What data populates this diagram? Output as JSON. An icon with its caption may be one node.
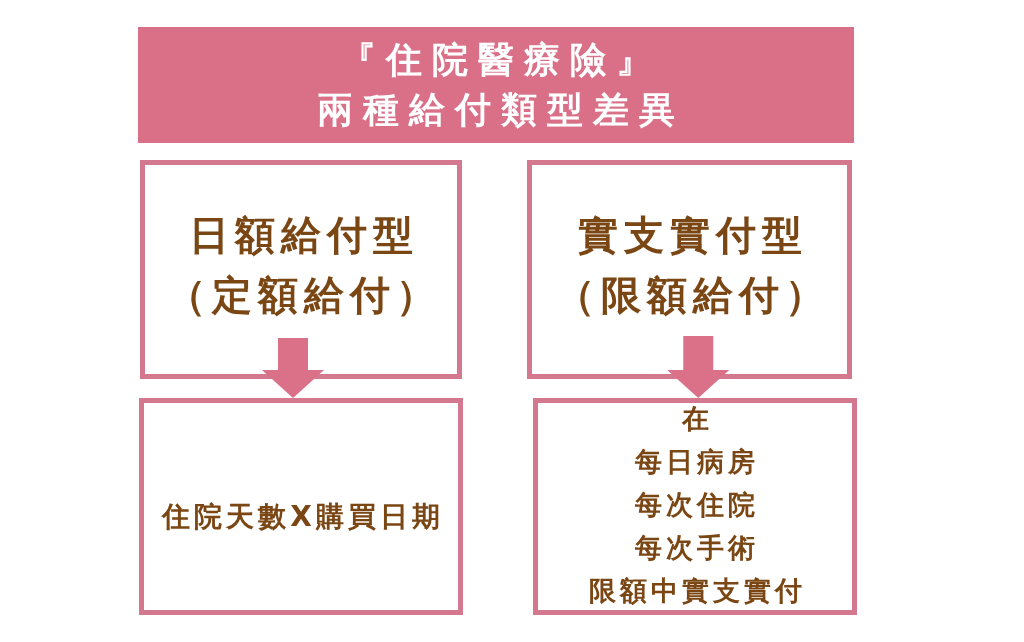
{
  "diagram": {
    "title": "『住院醫療險』兩種給付類型差異",
    "nodes": [
      {
        "text": [
          "日額給付型（定額給付）"
        ]
      },
      {
        "text": [
          "實支實付型（限額給付）"
        ]
      },
      {
        "text": [
          "住院天數X購買日期"
        ]
      },
      {
        "text": [
          "在",
          "每日病房",
          "每次住院",
          "每次手術",
          "限額中實支實付"
        ]
      }
    ],
    "edges": [
      {
        "from": 0,
        "to": 2,
        "arrow": "to"
      },
      {
        "from": 1,
        "to": 3,
        "arrow": "to"
      }
    ]
  }
}
